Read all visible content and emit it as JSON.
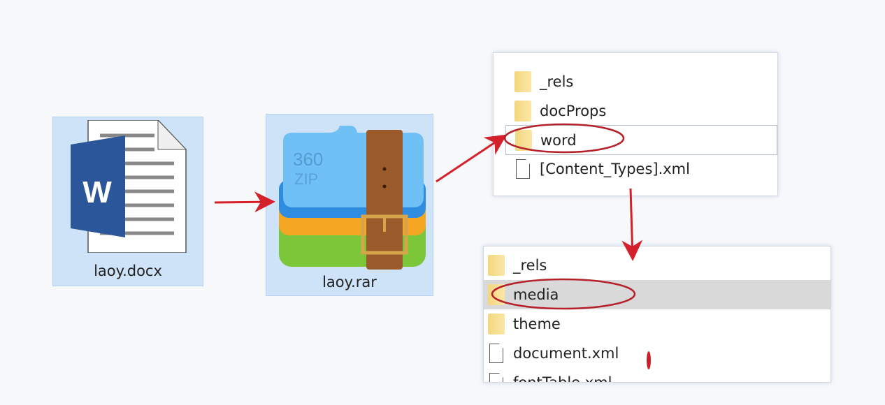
{
  "docx_tile": {
    "label": "laoy.docx",
    "icon": "word-document-icon",
    "icon_letter": "W"
  },
  "rar_tile": {
    "label": "laoy.rar",
    "icon": "360zip-archive-icon",
    "icon_text": [
      "360",
      "ZIP"
    ]
  },
  "archive_root": {
    "items": [
      {
        "name": "_rels",
        "type": "folder"
      },
      {
        "name": "docProps",
        "type": "folder"
      },
      {
        "name": "word",
        "type": "folder",
        "selected": true,
        "circled": true
      },
      {
        "name": "[Content_Types].xml",
        "type": "file"
      }
    ]
  },
  "word_folder": {
    "items": [
      {
        "name": "_rels",
        "type": "folder"
      },
      {
        "name": "media",
        "type": "folder",
        "selected": true,
        "circled": true
      },
      {
        "name": "theme",
        "type": "folder"
      },
      {
        "name": "document.xml",
        "type": "file"
      },
      {
        "name": "fontTable.xml",
        "type": "file"
      }
    ]
  },
  "colors": {
    "annotation": "#d4202a",
    "selection": "#cfe3f8",
    "row_highlight": "#d9d9d9"
  }
}
